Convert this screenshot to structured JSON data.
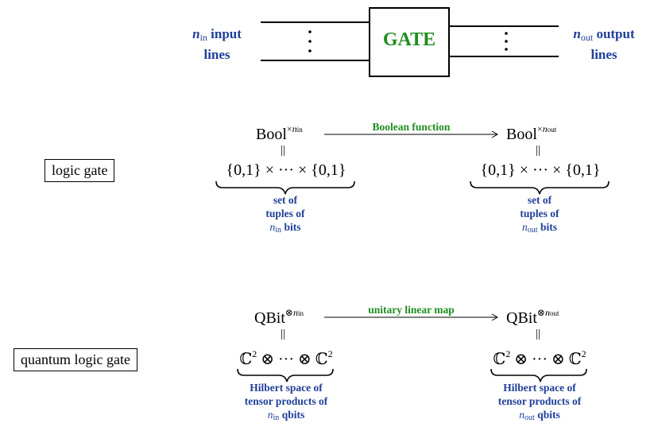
{
  "top": {
    "gate_label": "GATE",
    "input_label_var": "n",
    "input_label_sub": "in",
    "input_label_line1": "input",
    "input_label_line2": "lines",
    "output_label_var": "n",
    "output_label_sub": "out",
    "output_label_line1": "output",
    "output_label_line2": "lines"
  },
  "logic": {
    "box_label": "logic gate",
    "left_base": "Bool",
    "right_base": "Bool",
    "op": "×",
    "arrow_label": "Boolean function",
    "left_set": "{0,1} × ··· × {0,1}",
    "right_set": "{0,1} × ··· × {0,1}",
    "left_brace_line1": "set of",
    "left_brace_line2": "tuples of",
    "left_brace_line3": "bits",
    "right_brace_line1": "set of",
    "right_brace_line2": "tuples of",
    "right_brace_line3": "bits",
    "eq_symbol": "||"
  },
  "quantum": {
    "box_label": "quantum logic gate",
    "left_base": "QBit",
    "right_base": "QBit",
    "op": "⊗",
    "arrow_label": "unitary linear map",
    "left_set_a": "ℂ",
    "left_set_mid": " ⊗ ··· ⊗ ",
    "left_set_b": "ℂ",
    "right_set_a": "ℂ",
    "right_set_mid": " ⊗ ··· ⊗ ",
    "right_set_b": "ℂ",
    "power": "2",
    "left_brace_line1": "Hilbert space of",
    "left_brace_line2": "tensor products of",
    "left_brace_line3": "qbits",
    "right_brace_line1": "Hilbert space of",
    "right_brace_line2": "tensor products of",
    "right_brace_line3": "qbits",
    "eq_symbol": "||"
  },
  "vars": {
    "n": "n",
    "in": "in",
    "out": "out"
  },
  "colors": {
    "blue": "#1f3f99",
    "green": "#1f8c1f"
  }
}
